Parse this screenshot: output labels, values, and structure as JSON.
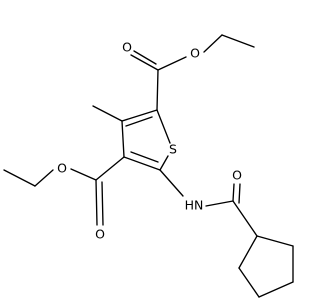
{
  "atoms": {
    "sulfur": "S",
    "ring_ester_carbonyl_o": "O",
    "ring_ester_ether_o": "O",
    "side_ester_ether_o": "O",
    "side_ester_carbonyl_o": "O",
    "amide_nh": "HN",
    "amide_carbonyl_o": "O"
  },
  "colors": {
    "bond": "#000000",
    "label": "#000000",
    "background": "#ffffff"
  }
}
